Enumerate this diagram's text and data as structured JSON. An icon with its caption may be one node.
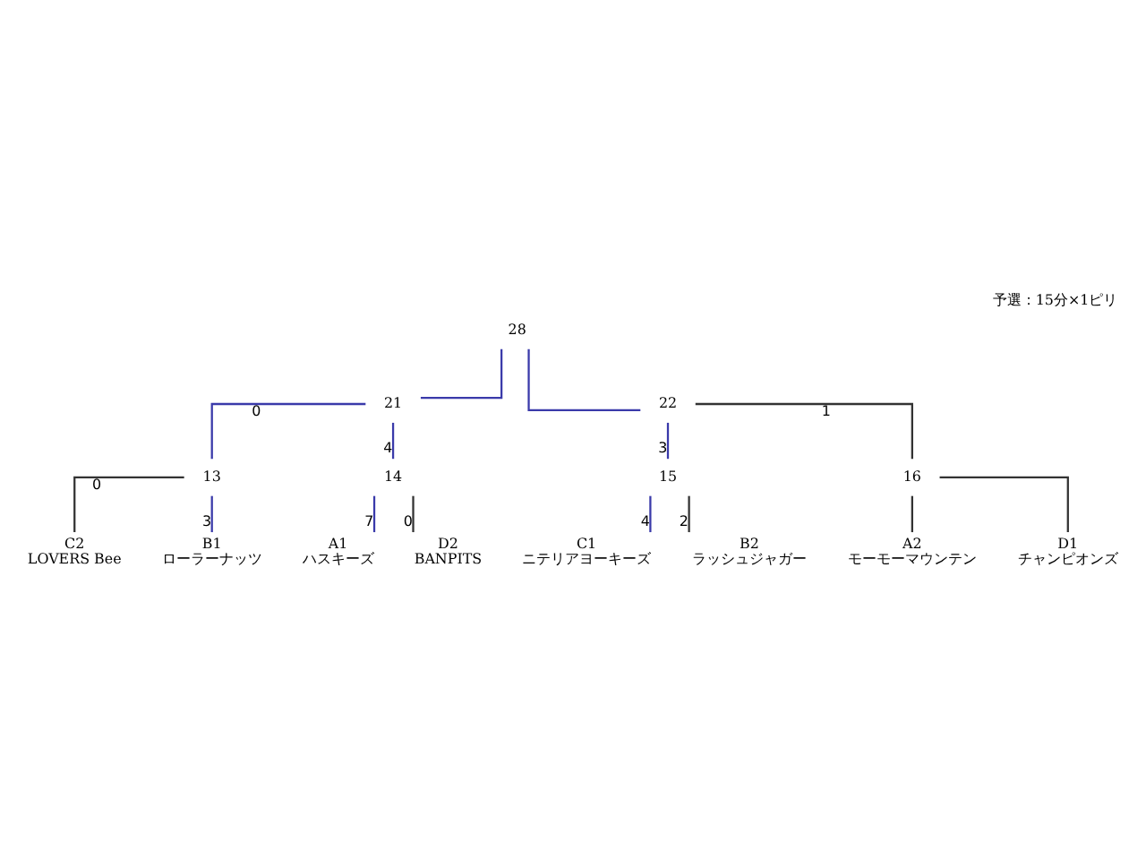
{
  "diagram": {
    "title": "予選：15分×1ピリ",
    "nodes": [
      {
        "text": [
          "28"
        ]
      },
      {
        "text": [
          "21"
        ]
      },
      {
        "text": [
          "22"
        ]
      },
      {
        "text": [
          "13"
        ]
      },
      {
        "text": [
          "14"
        ]
      },
      {
        "text": [
          "15"
        ]
      },
      {
        "text": [
          "16"
        ]
      },
      {
        "text": [
          "C2",
          "LOVERS Bee"
        ]
      },
      {
        "text": [
          "B1",
          "ローラーナッツ"
        ]
      },
      {
        "text": [
          "A1",
          "ハスキーズ"
        ]
      },
      {
        "text": [
          "D2",
          "BANPITS"
        ]
      },
      {
        "text": [
          "C1",
          "ニテリアヨーキーズ"
        ]
      },
      {
        "text": [
          "B2",
          "ラッシュジャガー"
        ]
      },
      {
        "text": [
          "A2",
          "モーモーマウンテン"
        ]
      },
      {
        "text": [
          "D1",
          "チャンピオンズ"
        ]
      }
    ],
    "edges": [
      {
        "from": 1,
        "to": 0,
        "arrow": "none"
      },
      {
        "from": 2,
        "to": 0,
        "arrow": "none"
      },
      {
        "from": 3,
        "to": 1,
        "arrow": "none",
        "label": "0"
      },
      {
        "from": 4,
        "to": 1,
        "arrow": "none",
        "label": "4"
      },
      {
        "from": 5,
        "to": 2,
        "arrow": "none",
        "label": "3"
      },
      {
        "from": 6,
        "to": 2,
        "arrow": "none",
        "label": "1",
        "color": "#333333"
      },
      {
        "from": 7,
        "to": 3,
        "arrow": "none",
        "label": "0",
        "color": "#333333"
      },
      {
        "from": 8,
        "to": 3,
        "arrow": "none",
        "label": "3"
      },
      {
        "from": 9,
        "to": 4,
        "arrow": "none",
        "label": "7"
      },
      {
        "from": 10,
        "to": 4,
        "arrow": "none",
        "label": "0",
        "color": "#333333"
      },
      {
        "from": 11,
        "to": 5,
        "arrow": "none",
        "label": "4"
      },
      {
        "from": 12,
        "to": 5,
        "arrow": "none",
        "label": "2",
        "color": "#333333"
      },
      {
        "from": 13,
        "to": 6,
        "arrow": "none",
        "color": "#333333"
      },
      {
        "from": 14,
        "to": 6,
        "arrow": "none",
        "color": "#333333"
      }
    ]
  }
}
